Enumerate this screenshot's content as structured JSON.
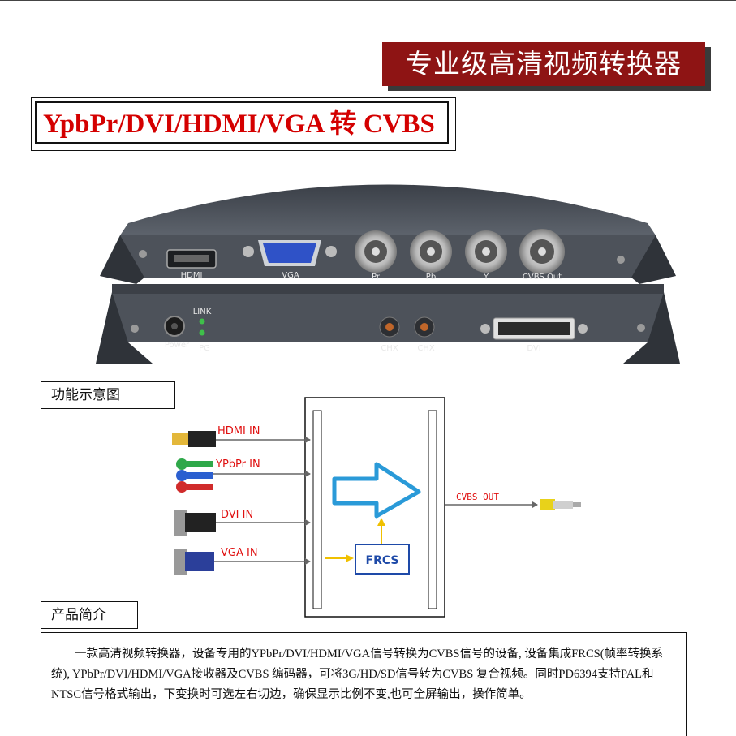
{
  "header": {
    "banner_title": "专业级高清视频转换器",
    "product_title": "YpbPr/DVI/HDMI/VGA 转 CVBS"
  },
  "device": {
    "front_labels": [
      "HDMI",
      "VGA",
      "Pr",
      "Pb",
      "Y",
      "CVBS Out"
    ],
    "rear_labels": {
      "power": "Power",
      "link": "LINK",
      "pg": "PG",
      "chx1": "CHX",
      "chx2": "CHX",
      "dvi": "DVI"
    },
    "colors": {
      "body": "#4a4f57",
      "panel": "#5a5f67",
      "bnc": "#c9c9c9"
    }
  },
  "diagram": {
    "section_label": "功能示意图",
    "inputs": [
      "HDMI IN",
      "YPbPr IN",
      "DVI IN",
      "VGA IN"
    ],
    "output": "CVBS OUT",
    "core_label": "FRCS",
    "colors": {
      "label_red": "#e01010",
      "arrow_blue": "#2a9ad8",
      "frcs_border": "#1e4aa8",
      "yellow_arrow": "#f0c000"
    }
  },
  "intro": {
    "section_label": "产品简介",
    "paragraph": "一款高清视频转换器，设备专用的YPbPr/DVI/HDMI/VGA信号转换为CVBS信号的设备, 设备集成FRCS(帧率转换系统), YPbPr/DVI/HDMI/VGA接收器及CVBS 编码器，可将3G/HD/SD信号转为CVBS 复合视频。同时PD6394支持PAL和NTSC信号格式输出，下变换时可选左右切边，确保显示比例不变,也可全屏输出，操作简单。"
  }
}
